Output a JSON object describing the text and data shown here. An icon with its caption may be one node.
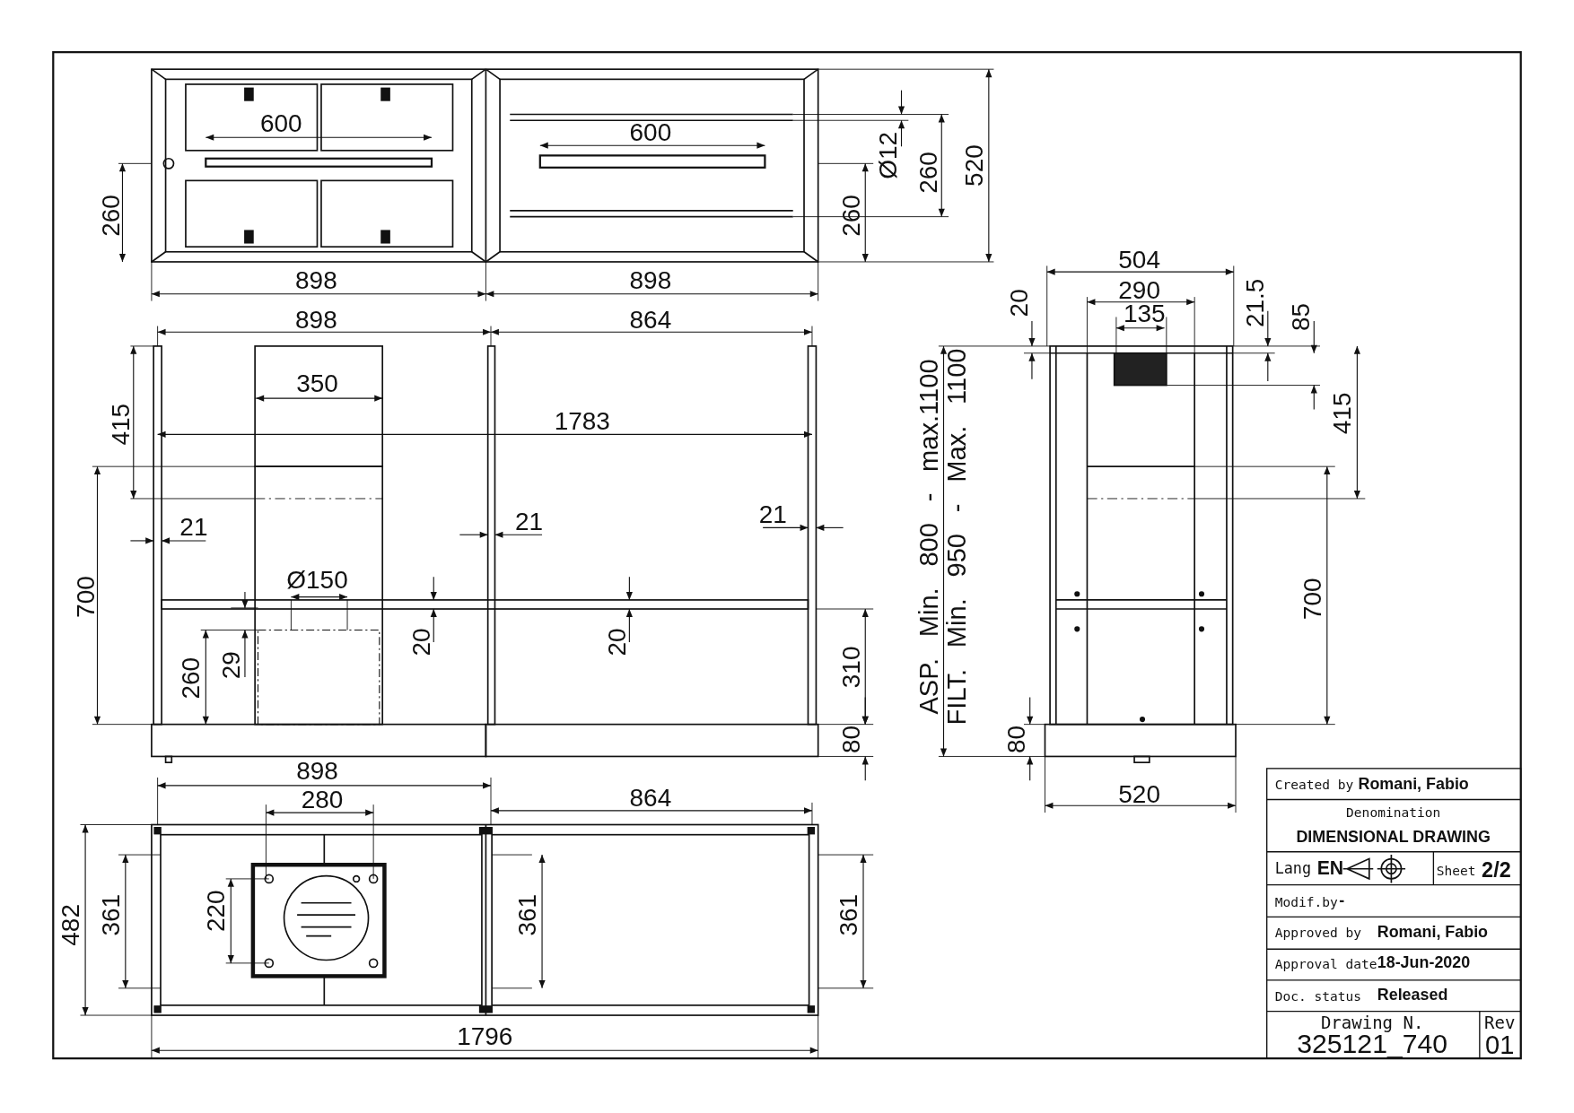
{
  "diagram": {
    "labels": [
      "600",
      "600",
      "Ø12",
      "260",
      "520",
      "260",
      "260",
      "898",
      "898",
      "504",
      "290",
      "20",
      "21.5",
      "85",
      "898",
      "864",
      "135",
      "415",
      "ASP. Min. 800 - max.1100",
      "FILT. Min. 950 - Max. 1100",
      "350",
      "1783",
      "415",
      "21",
      "21",
      "21",
      "700",
      "700",
      "Ø150",
      "20",
      "20",
      "29",
      "260",
      "310",
      "80",
      "80",
      "898",
      "280",
      "864",
      "520",
      "482",
      "361",
      "220",
      "361",
      "361",
      "1796",
      "Created by",
      "Romani, Fabio",
      "Denomination",
      "DIMENSIONAL DRAWING",
      "Lang",
      "EN",
      "Sheet",
      "2/2",
      "Modif.by",
      "-",
      "Approved by",
      "Romani, Fabio",
      "Approval date",
      "18-Jun-2020",
      "Doc. status",
      "Released",
      "Drawing N.",
      "325121_740",
      "Rev",
      "01"
    ]
  }
}
